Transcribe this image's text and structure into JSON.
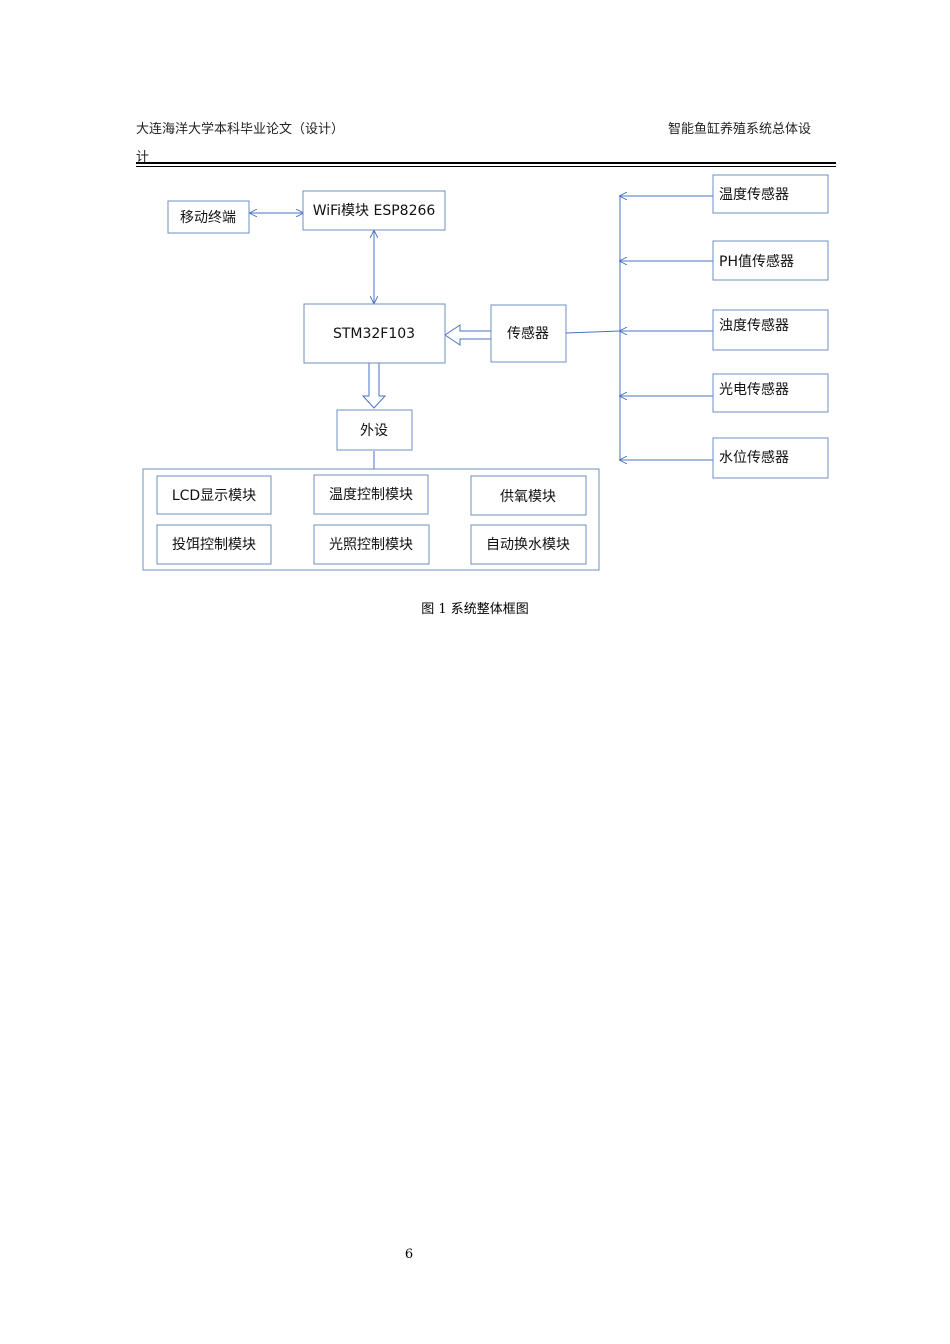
{
  "header": {
    "left": "大连海洋大学本科毕业论文（设计）",
    "right": "智能鱼缸养殖系统总体设",
    "wrap": "计"
  },
  "diagram": {
    "mobile": "移动终端",
    "wifi": "WiFi模块 ESP8266",
    "mcu": "STM32F103",
    "sensor_hub": "传感器",
    "peripheral": "外设",
    "sensors": [
      "温度传感器",
      "PH值传感器",
      "浊度传感器",
      "光电传感器",
      "水位传感器"
    ],
    "modules": [
      "LCD显示模块",
      "温度控制模块",
      "供氧模块",
      "投饵控制模块",
      "光照控制模块",
      "自动换水模块"
    ]
  },
  "caption": "图 1 系统整体框图",
  "page_number": "6",
  "colors": {
    "box_border": "#6f8fbf",
    "connector": "#4a73c2"
  }
}
